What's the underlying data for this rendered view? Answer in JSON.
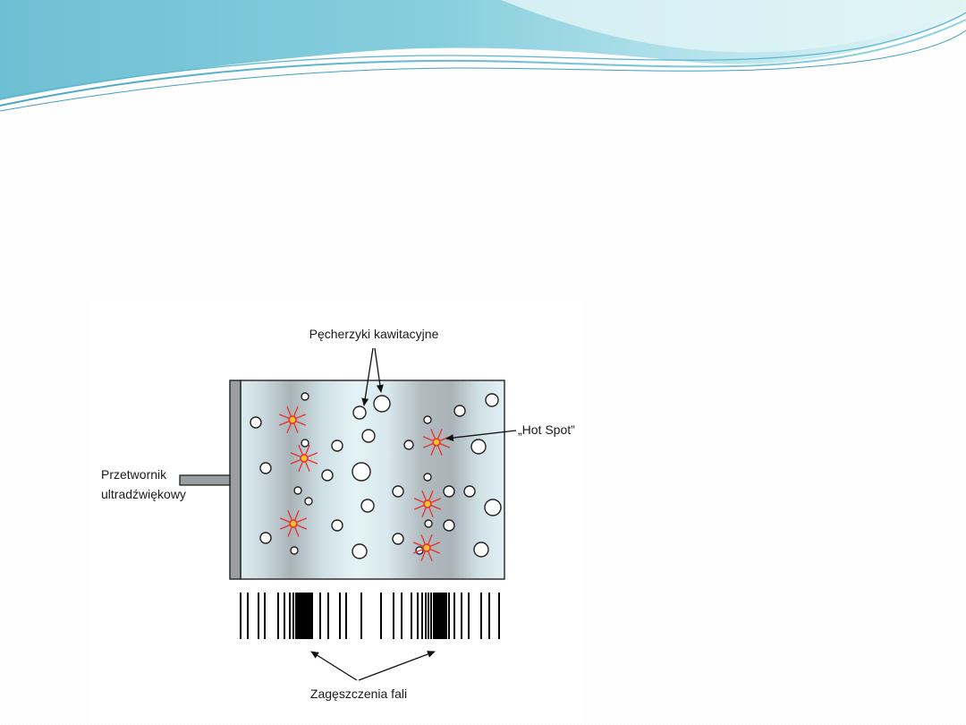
{
  "diagram": {
    "label_bubbles": "Pęcherzyki kawitacyjne",
    "label_hotspot": "„Hot Spot”",
    "label_transducer_line1": "Przetwornik",
    "label_transducer_line2": "ultradźwiękowy",
    "label_compression": "Zagęszczenia fali"
  },
  "colors": {
    "wave_light": "#bfe7ee",
    "wave_mid": "#7cc6d8",
    "wave_dark": "#3f9fc0",
    "tank_fluid": "#dcecf1",
    "compression_band": "#a9b3b8",
    "hotspot_ray": "#e8312e",
    "hotspot_core": "#f2c12e"
  }
}
